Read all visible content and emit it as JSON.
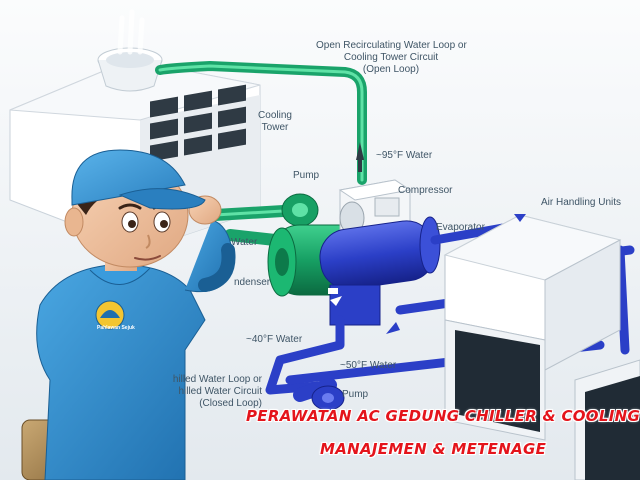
{
  "labels": {
    "open_loop_line1": "Open Recirculating Water Loop or",
    "open_loop_line2": "Cooling Tower Circuit",
    "open_loop_line3": "(Open Loop)",
    "cooling_tower_line1": "Cooling",
    "cooling_tower_line2": "Tower",
    "water_95": "~95°F Water",
    "compressor": "Compressor",
    "pump_top": "Pump",
    "evaporator": "Evaporator",
    "air_handling_units": "Air Handling Units",
    "water_left": "Water",
    "condenser": "ndenser",
    "water_40": "~40°F Water",
    "water_50": "~50°F Water",
    "chilled_line1": "hilled Water Loop or",
    "chilled_line2": "hilled Water Circuit",
    "chilled_line3": "(Closed Loop)",
    "pump_bottom": "Pump"
  },
  "banner": {
    "line1": "PERAWATAN AC GEDUNG CHILLER & COOLING TOWER",
    "line2": "MANAJEMEN & METENAGE"
  },
  "mascot": {
    "badge_text": "Pahlawan Sejuk"
  },
  "colors": {
    "condenser_water": "#1aa36a",
    "chilled_water": "#2b3fc7",
    "banner_text": "#e4141b",
    "shirt": "#2f8fd0"
  }
}
